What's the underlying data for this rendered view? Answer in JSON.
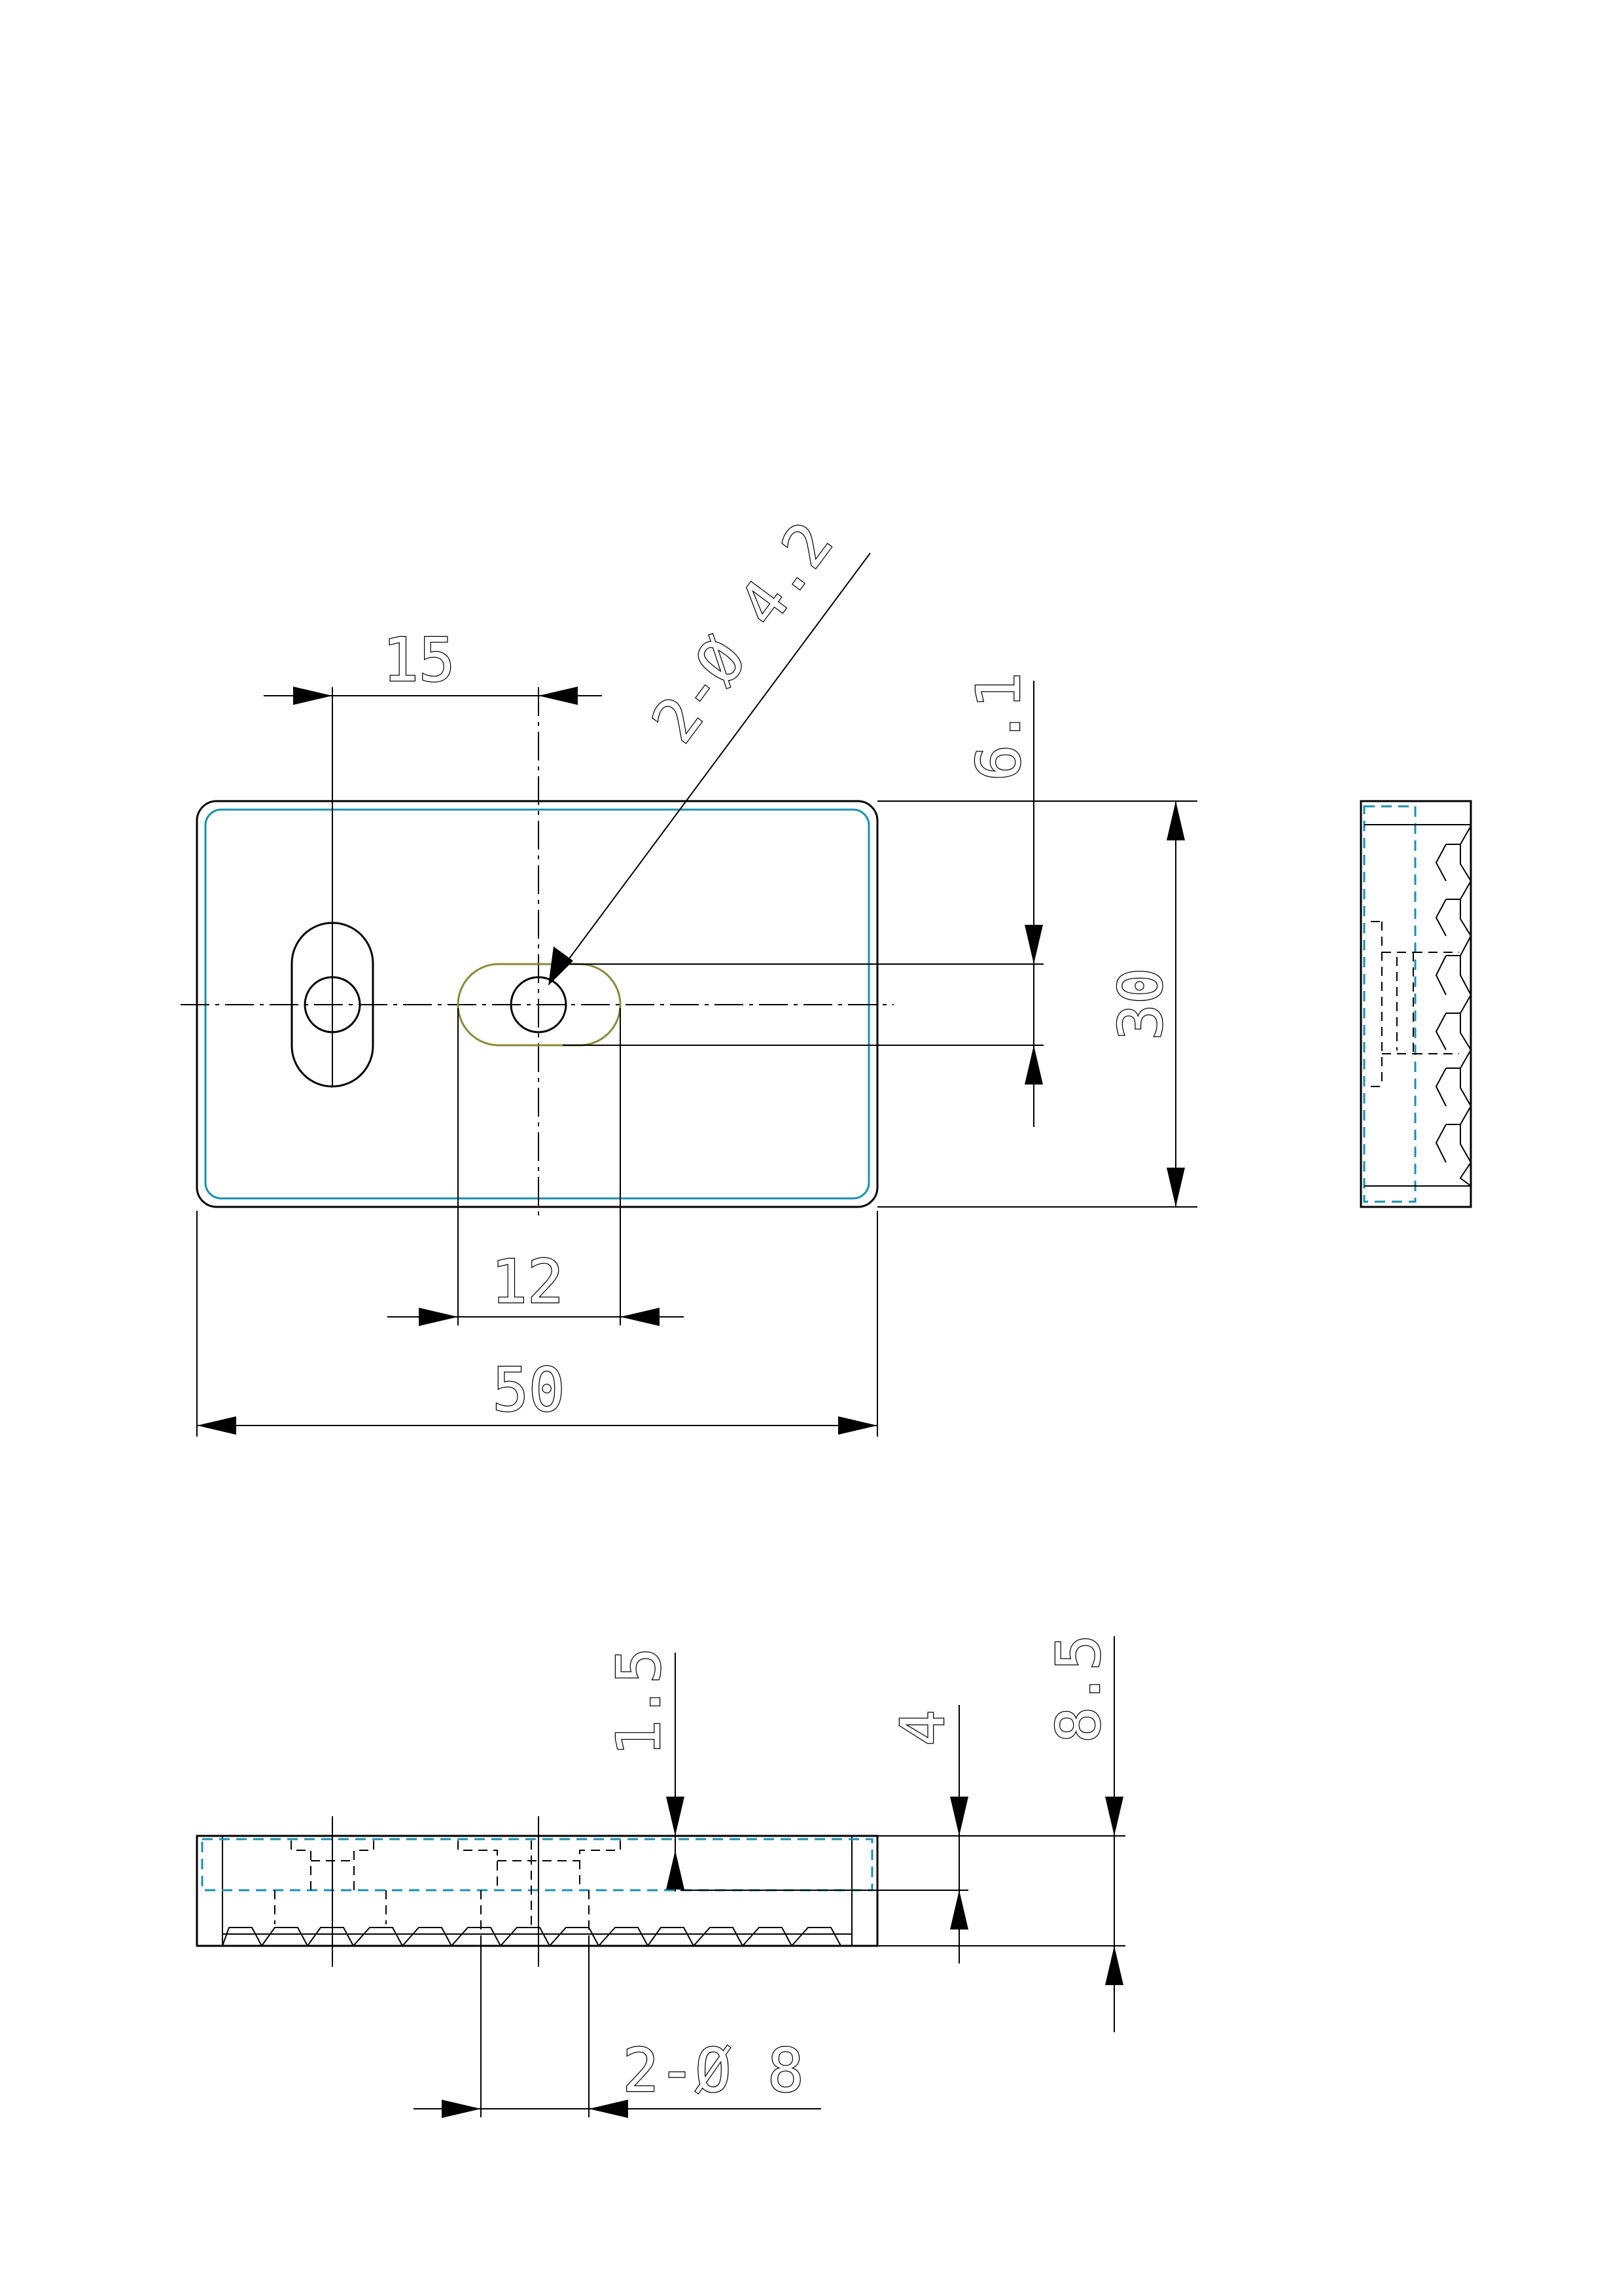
{
  "dimensions": {
    "slot_offset": "15",
    "slot_length": "12",
    "overall_length": "50",
    "overall_width": "30",
    "slot_width": "6.1",
    "hole_callout": "2-Ø 4.2",
    "counterbore_callout": "2-Ø 8",
    "counterbore_depth": "1.5",
    "pocket_depth": "4",
    "overall_thickness": "8.5"
  },
  "colors": {
    "outline": "#000000",
    "hidden_edge_cyan": "#1a8fb0",
    "slot_outline": "#8a8a3a"
  }
}
